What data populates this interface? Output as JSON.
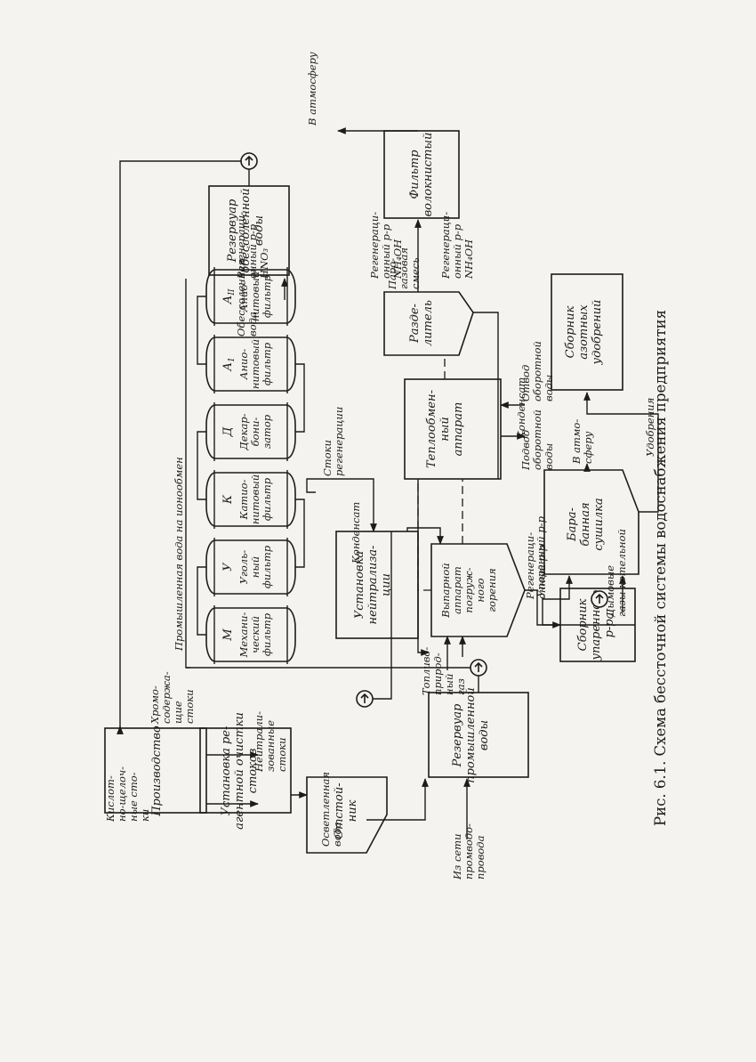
{
  "diagram": {
    "boxes": {
      "production": [
        "Производство"
      ],
      "reagent_unit": [
        "Установка ре-",
        "агентной очистки",
        "стоков"
      ],
      "settler": [
        "Отстой-",
        "ник"
      ],
      "industrial_reservoir": [
        "Резервуар",
        "промышленной",
        "воды"
      ],
      "neutralization": [
        "Установка",
        "нейтрализа-",
        "ции"
      ],
      "evaporator": [
        "Выпарной",
        "аппарат",
        "погруж-",
        "ного",
        "горения"
      ],
      "collector": [
        "Сборник",
        "упаренного",
        "р-ра"
      ],
      "heat_exchanger": [
        "Теплообмен-",
        "ный",
        "аппарат"
      ],
      "drum_dryer": [
        "Бара-",
        "банная",
        "сушилка"
      ],
      "separator": [
        "Разде-",
        "литель"
      ],
      "fiber_filter": [
        "Фильтр",
        "волокнистый"
      ],
      "desalted_reservoir": [
        "Резервуар",
        "обессоленной",
        "воды"
      ],
      "fertilizer_collector": [
        "Сборник",
        "азотных",
        "удобрений"
      ]
    },
    "filters": [
      {
        "letter": "М",
        "text": [
          "Механи-",
          "ческий",
          "фильтр"
        ]
      },
      {
        "letter": "У",
        "text": [
          "Уголь-",
          "ный",
          "фильтр"
        ]
      },
      {
        "letter": "К",
        "text": [
          "Катио-",
          "нитовый",
          "фильтр"
        ]
      },
      {
        "letter": "Д",
        "text": [
          "Декар-",
          "бони-",
          "затор"
        ]
      },
      {
        "letter": "А",
        "sub": "1",
        "text": [
          "Анио-",
          "нитовый",
          "фильтр"
        ]
      },
      {
        "letter": "А",
        "sub": "II",
        "text": [
          "Анио-",
          "нитовый",
          "фильтр"
        ]
      }
    ],
    "labels": {
      "acid_alkali": [
        "Кислот-",
        "но-щелоч-",
        "ные сто-",
        "ки"
      ],
      "chrome": [
        "Хромо-",
        "содержа-",
        "щие",
        "стоки"
      ],
      "neutralized": [
        "Нейтрали-",
        "зованные",
        "стоки"
      ],
      "clarified": [
        "Осветленная",
        "вода"
      ],
      "from_network": [
        "Из сети",
        "промводо-",
        "провода"
      ],
      "industrial_to_ion": "Промышленная вода на ионообмен",
      "regen_k": [
        "Регенераци-",
        "онный р-р",
        "HNO₃"
      ],
      "regen_a1": [
        "Регенераци-",
        "онный р-р",
        "NH₄OH"
      ],
      "regen_a2": [
        "Регенераци-",
        "онный р-р",
        "NH₄OH"
      ],
      "desalted_water": [
        "Обессоленная",
        "вода"
      ],
      "regen_effluents": [
        "Стоки",
        "регенерации"
      ],
      "condensate_1": "Конденсат",
      "condensate_2": "Конденсат",
      "fuel_gas": [
        "Топливо-",
        "природ-",
        "ный",
        "газ"
      ],
      "supply_water": [
        "Подвод",
        "оборотной",
        "воды"
      ],
      "return_water": [
        "Отвод",
        "оборотной",
        "воды"
      ],
      "regen_solution": [
        "Регенераци-",
        "онный р-р"
      ],
      "evap_solution": "Упаренный р-р",
      "flue_gases": [
        "Дымовые",
        "газы котельной"
      ],
      "to_atm_dryer": [
        "В атмо-",
        "сферу"
      ],
      "fertilizers": "Удобрения",
      "vapor_gas": [
        "Паро-",
        "газовая",
        "смесь"
      ],
      "to_atmosphere": "В атмосферу"
    },
    "caption": "Рис. 6.1. Схема бессточной системы водоснабжения предприятия"
  }
}
